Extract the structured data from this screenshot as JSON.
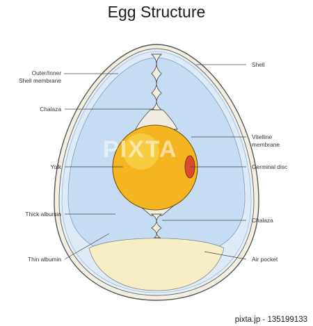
{
  "title": "Egg Structure",
  "labels_left": {
    "membrane": "Outer/Inner\nShell membrane",
    "chalaza": "Chalaza",
    "yolk": "Yolk",
    "thick_albumin": "Thick albumin",
    "thin_albumin": "Thin albumin"
  },
  "labels_right": {
    "shell": "Shell",
    "vitelline": "Vitelline\nmembrane",
    "germinal": "Germinal disc",
    "chalaza": "Chalaza",
    "air_pocket": "Air pocket"
  },
  "watermark": "PIXTA",
  "credit": "pixta.jp - 135199133",
  "colors": {
    "shell_outer": "#f3f0e3",
    "thin_albumin": "#dfeaf7",
    "thick_albumin": "#c6dcf2",
    "yolk": "#f4b521",
    "yolk_highlight": "#f8d24a",
    "germinal_disc": "#d94c2e",
    "air_pocket": "#f6eec5",
    "chalaza": "#f1ede0"
  }
}
